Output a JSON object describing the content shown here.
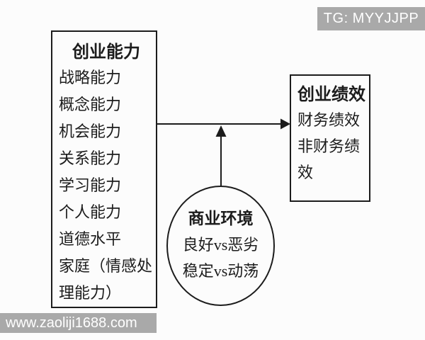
{
  "page": {
    "background_color": "#fcfcfc",
    "watermark_bar_color": "#a9a9a9",
    "watermark_text_color": "#ffffff",
    "top_watermark": "TG: MYYJJPP",
    "bottom_watermark": "www.zaoliji1688.com"
  },
  "diagram": {
    "type": "moderation-model",
    "line_color": "#1c1c1c",
    "capability_box": {
      "title": "创业能力",
      "items": [
        "战略能力",
        "概念能力",
        "机会能力",
        "关系能力",
        "学习能力",
        "个人能力",
        "道德水平",
        "家庭（情感处理能力）"
      ]
    },
    "performance_box": {
      "title": "创业绩效",
      "items": [
        "财务绩效",
        "非财务绩效"
      ]
    },
    "environment_ellipse": {
      "title": "商业环境",
      "items": [
        "良好vs恶劣",
        "稳定vs动荡"
      ]
    },
    "arrows": [
      {
        "from": "capability-box",
        "to": "performance-box",
        "direction": "right"
      },
      {
        "from": "environment-ellipse",
        "to": "capability-performance-arrow",
        "direction": "up"
      }
    ]
  }
}
